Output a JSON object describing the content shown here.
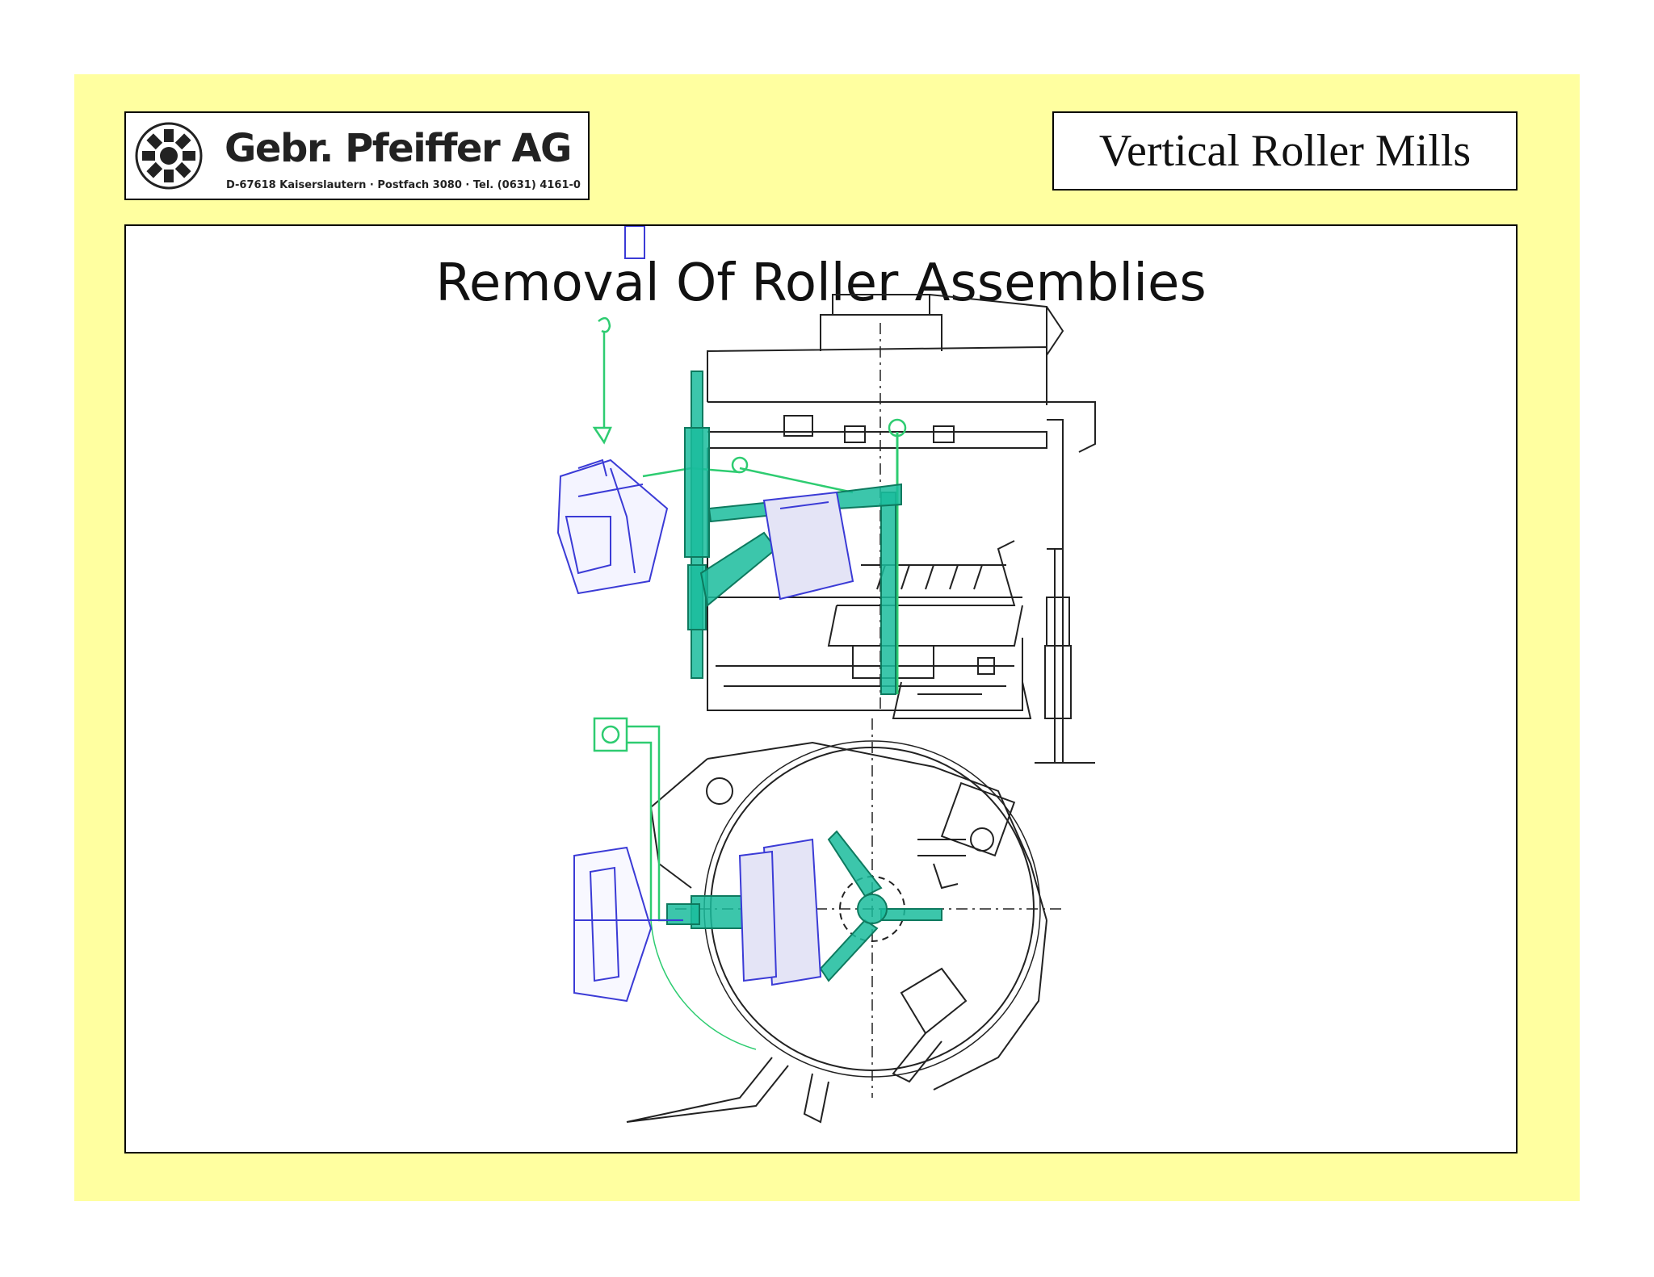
{
  "logo": {
    "company": "Gebr. Pfeiffer AG",
    "address": "D-67618 Kaiserslautern · Postfach 3080 · Tel. (0631) 4161-0"
  },
  "header": {
    "title": "Vertical Roller Mills"
  },
  "main": {
    "heading": "Removal Of Roller Assemblies"
  },
  "colors": {
    "background": "#ffffa0",
    "equipment_green": "#2ecc71",
    "cylinder_teal": "#1abc9c",
    "roller_blue": "#3b3bd6",
    "roller_fill": "#e4e4f6",
    "lines": "#222222"
  }
}
